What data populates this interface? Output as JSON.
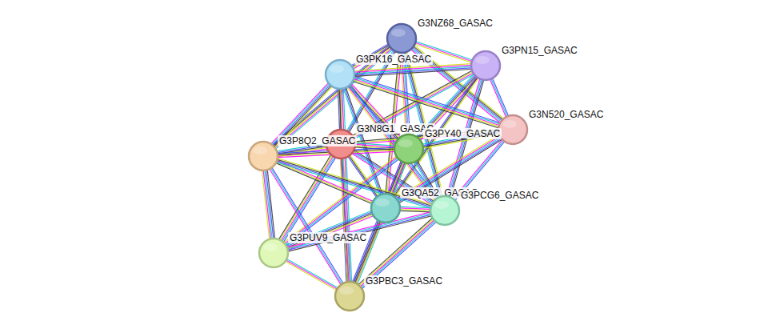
{
  "diagram": {
    "nodes": [
      {
        "text": [
          "G3NZ68_GASAC"
        ]
      },
      {
        "text": [
          "G3PN15_GASAC"
        ]
      },
      {
        "text": [
          "G3PK16_GASAC"
        ]
      },
      {
        "text": [
          "G3N520_GASAC"
        ]
      },
      {
        "text": [
          "G3N8G1_GASAC"
        ]
      },
      {
        "text": [
          "G3PY40_GASAC"
        ]
      },
      {
        "text": [
          "G3P8Q2_GASAC"
        ]
      },
      {
        "text": [
          "G3QA52_GASAC"
        ]
      },
      {
        "text": [
          "G3PCG6_GASAC"
        ]
      },
      {
        "text": [
          "G3PUV9_GASAC"
        ]
      },
      {
        "text": [
          "G3PBC3_GASAC"
        ]
      }
    ],
    "edges": [
      {
        "from": 0,
        "to": 1,
        "arrow": "none"
      },
      {
        "from": 0,
        "to": 2,
        "arrow": "none"
      },
      {
        "from": 0,
        "to": 3,
        "arrow": "none"
      },
      {
        "from": 0,
        "to": 4,
        "arrow": "none"
      },
      {
        "from": 0,
        "to": 5,
        "arrow": "none"
      },
      {
        "from": 0,
        "to": 6,
        "arrow": "none"
      },
      {
        "from": 0,
        "to": 7,
        "arrow": "none"
      },
      {
        "from": 0,
        "to": 8,
        "arrow": "none"
      },
      {
        "from": 1,
        "to": 2,
        "arrow": "none"
      },
      {
        "from": 1,
        "to": 3,
        "arrow": "none"
      },
      {
        "from": 1,
        "to": 4,
        "arrow": "none"
      },
      {
        "from": 1,
        "to": 5,
        "arrow": "none"
      },
      {
        "from": 1,
        "to": 7,
        "arrow": "none"
      },
      {
        "from": 1,
        "to": 8,
        "arrow": "none"
      },
      {
        "from": 2,
        "to": 3,
        "arrow": "none"
      },
      {
        "from": 2,
        "to": 4,
        "arrow": "none"
      },
      {
        "from": 2,
        "to": 5,
        "arrow": "none"
      },
      {
        "from": 2,
        "to": 6,
        "arrow": "none"
      },
      {
        "from": 2,
        "to": 7,
        "arrow": "none"
      },
      {
        "from": 2,
        "to": 8,
        "arrow": "none"
      },
      {
        "from": 2,
        "to": 10,
        "arrow": "none"
      },
      {
        "from": 3,
        "to": 4,
        "arrow": "none"
      },
      {
        "from": 3,
        "to": 5,
        "arrow": "none"
      },
      {
        "from": 3,
        "to": 7,
        "arrow": "none"
      },
      {
        "from": 3,
        "to": 8,
        "arrow": "none"
      },
      {
        "from": 4,
        "to": 5,
        "arrow": "none"
      },
      {
        "from": 4,
        "to": 6,
        "arrow": "none"
      },
      {
        "from": 4,
        "to": 7,
        "arrow": "none"
      },
      {
        "from": 4,
        "to": 8,
        "arrow": "none"
      },
      {
        "from": 4,
        "to": 9,
        "arrow": "none"
      },
      {
        "from": 4,
        "to": 10,
        "arrow": "none"
      },
      {
        "from": 5,
        "to": 6,
        "arrow": "none"
      },
      {
        "from": 5,
        "to": 7,
        "arrow": "none"
      },
      {
        "from": 5,
        "to": 8,
        "arrow": "none"
      },
      {
        "from": 5,
        "to": 9,
        "arrow": "none"
      },
      {
        "from": 5,
        "to": 10,
        "arrow": "none"
      },
      {
        "from": 6,
        "to": 7,
        "arrow": "none"
      },
      {
        "from": 6,
        "to": 8,
        "arrow": "none"
      },
      {
        "from": 6,
        "to": 9,
        "arrow": "none"
      },
      {
        "from": 6,
        "to": 10,
        "arrow": "none"
      },
      {
        "from": 7,
        "to": 8,
        "arrow": "none"
      },
      {
        "from": 7,
        "to": 9,
        "arrow": "none"
      },
      {
        "from": 7,
        "to": 10,
        "arrow": "none"
      },
      {
        "from": 8,
        "to": 9,
        "arrow": "none"
      },
      {
        "from": 8,
        "to": 10,
        "arrow": "none"
      },
      {
        "from": 9,
        "to": 10,
        "arrow": "none"
      }
    ]
  }
}
